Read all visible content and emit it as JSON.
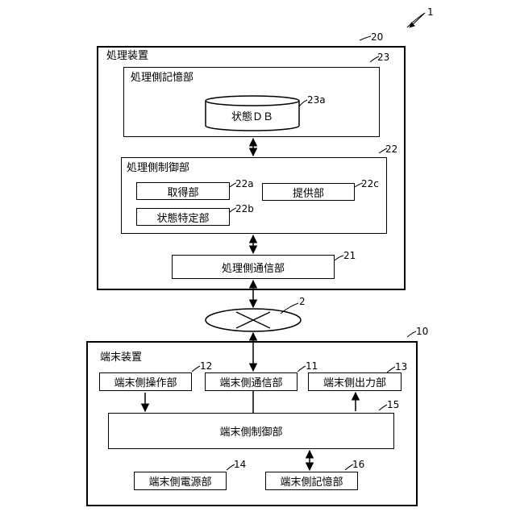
{
  "figure_ref": "1",
  "processing_device": {
    "label": "処理装置",
    "ref": "20",
    "storage": {
      "label": "処理側記憶部",
      "ref": "23",
      "db": {
        "label": "状態ＤＢ",
        "ref": "23a"
      }
    },
    "control": {
      "label": "処理側制御部",
      "ref": "22",
      "acquisition": {
        "label": "取得部",
        "ref": "22a"
      },
      "provision": {
        "label": "提供部",
        "ref": "22c"
      },
      "state_spec": {
        "label": "状態特定部",
        "ref": "22b"
      }
    },
    "comm": {
      "label": "処理側通信部",
      "ref": "21"
    }
  },
  "network": {
    "ref": "2"
  },
  "terminal_device": {
    "label": "端末装置",
    "ref": "10",
    "operation": {
      "label": "端末側操作部",
      "ref": "12"
    },
    "comm": {
      "label": "端末側通信部",
      "ref": "11"
    },
    "output": {
      "label": "端末側出力部",
      "ref": "13"
    },
    "control": {
      "label": "端末側制御部",
      "ref": "15"
    },
    "power": {
      "label": "端末側電源部",
      "ref": "14"
    },
    "storage": {
      "label": "端末側記憶部",
      "ref": "16"
    }
  }
}
